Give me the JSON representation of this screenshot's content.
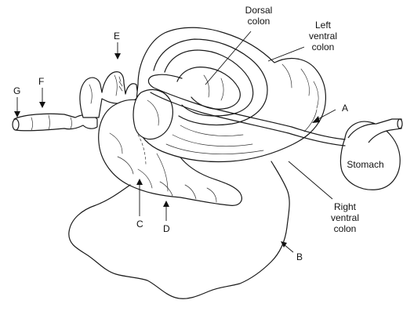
{
  "labels": {
    "dorsal_colon": [
      "Dorsal",
      "colon"
    ],
    "left_ventral_colon": [
      "Left",
      "ventral",
      "colon"
    ],
    "right_ventral_colon": [
      "Right",
      "ventral",
      "colon"
    ],
    "stomach": "Stomach",
    "a": "A",
    "b": "B",
    "c": "C",
    "d": "D",
    "e": "E",
    "f": "F",
    "g": "G"
  }
}
